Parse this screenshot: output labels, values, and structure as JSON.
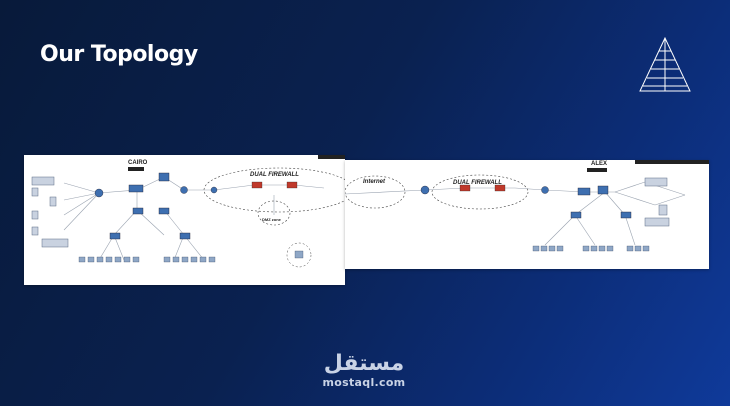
{
  "slide": {
    "title": "Our Topology"
  },
  "topology": {
    "left_site": "CAIRO",
    "right_site": "ALEX",
    "dual_firewall_left": "DUAL FIREWALL",
    "dual_firewall_right": "DUAL FIREWALL",
    "internet": "Internet",
    "dmz": "DMZ zone"
  },
  "watermark": {
    "arabic": "مستقل",
    "url": "mostaql.com"
  },
  "colors": {
    "background_start": "#081a3a",
    "background_end": "#0f3a9a",
    "accent": "#ffffff"
  },
  "icons": {
    "logo": "pyramid-logo-icon"
  }
}
